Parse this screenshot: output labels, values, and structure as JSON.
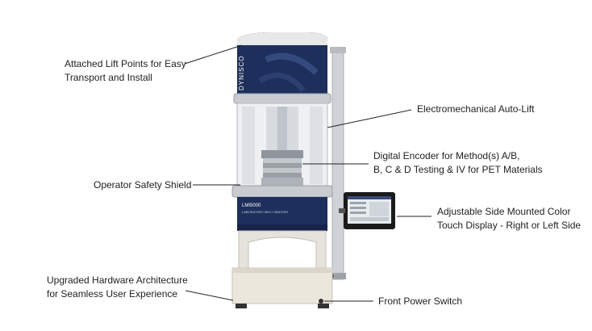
{
  "callouts": {
    "lift_points": [
      "Attached Lift Points for Easy",
      "Transport and Install"
    ],
    "auto_lift": "Electromechanical Auto-Lift",
    "encoder": [
      "Digital Encoder for Method(s) A/B,",
      "B, C & D Testing & IV for PET Materials"
    ],
    "safety_shield": "Operator Safety Shield",
    "display": [
      "Adjustable Side Mounted Color",
      "Touch Display - Right or Left Side"
    ],
    "hardware": [
      "Upgraded Hardware Architecture",
      "for Seamless User Experience"
    ],
    "power_switch": "Front Power Switch"
  },
  "machine": {
    "brand": "DYNISCO",
    "model": "LMI5000",
    "panel_text": "LABORATORY MELT INDEXER"
  },
  "colors": {
    "navy": "#1d2f5a",
    "frame": "#c9ccd0",
    "base": "#ece7dd",
    "accent": "#3a4a7a"
  }
}
